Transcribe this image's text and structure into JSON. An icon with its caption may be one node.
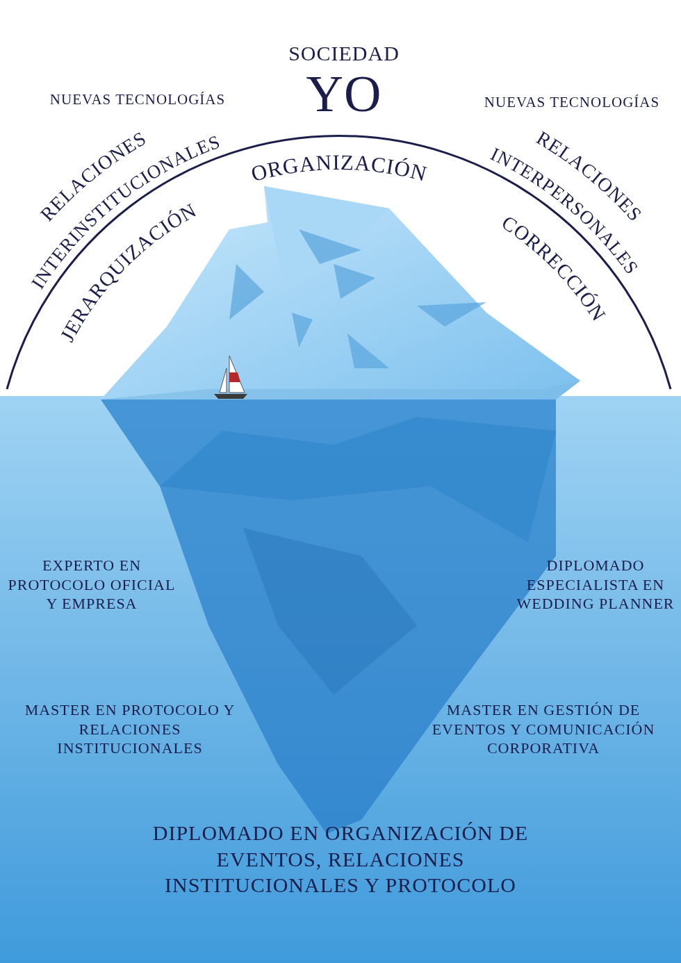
{
  "diagram": {
    "labels": [
      "SOCIEDAD",
      "NUEVAS TECNOLOGÍAS",
      "YO",
      "NUEVAS TECNOLOGÍAS",
      "RELACIONES",
      "INTERINSTITUCIONALES",
      "ORGANIZACIÓN",
      "RELACIONES",
      "INTERPERSONALES",
      "JERARQUIZACIÓN",
      "CORRECCIÓN",
      "EXPERTO EN PROTOCOLO OFICIAL Y EMPRESA",
      "DIPLOMADO ESPECIALISTA EN WEDDING PLANNER",
      "MASTER EN PROTOCOLO Y RELACIONES INSTITUCIONALES",
      "MASTER EN GESTIÓN DE EVENTOS Y COMUNICACIÓN CORPORATIVA",
      "DIPLOMADO EN ORGANIZACIÓN DE EVENTOS, RELACIONES INSTITUCIONALES Y PROTOCOLO"
    ]
  }
}
